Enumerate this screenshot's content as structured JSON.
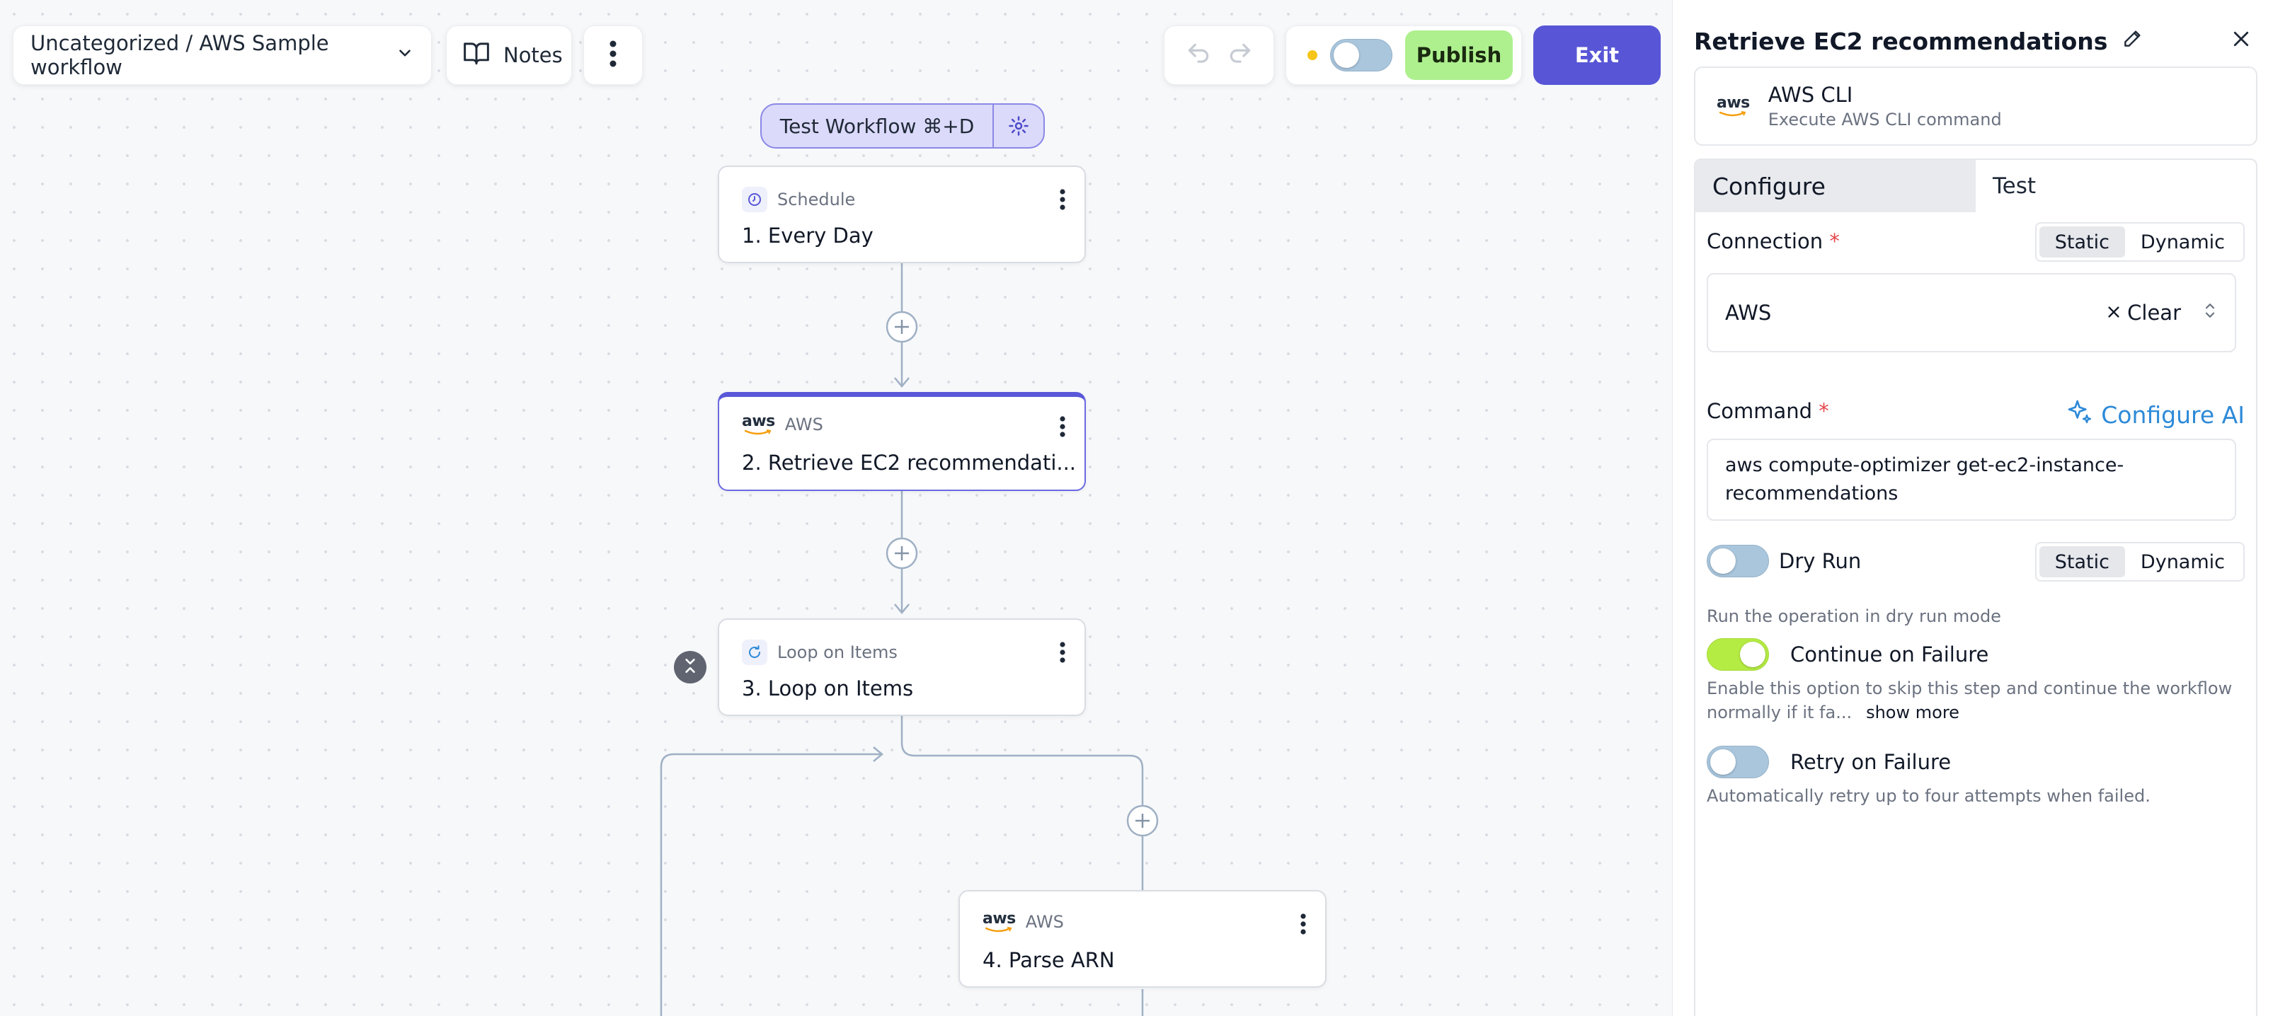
{
  "toolbar": {
    "breadcrumb": "Uncategorized / AWS Sample workflow",
    "notes_label": "Notes",
    "publish_label": "Publish",
    "exit_label": "Exit"
  },
  "test_workflow": {
    "label": "Test Workflow ⌘+D"
  },
  "nodes": [
    {
      "type": "Schedule",
      "title": "1. Every Day"
    },
    {
      "type": "AWS",
      "title": "2. Retrieve EC2 recommendati..."
    },
    {
      "type": "Loop on Items",
      "title": "3. Loop on Items"
    },
    {
      "type": "AWS",
      "title": "4. Parse ARN"
    }
  ],
  "panel": {
    "title": "Retrieve EC2 recommendations",
    "action": {
      "name": "AWS CLI",
      "description": "Execute AWS CLI command"
    },
    "tabs": [
      "Configure",
      "Test"
    ],
    "connection": {
      "label": "Connection",
      "required_mark": "*",
      "mode_static": "Static",
      "mode_dynamic": "Dynamic",
      "value": "AWS",
      "clear_label": "Clear"
    },
    "command": {
      "label": "Command",
      "required_mark": "*",
      "configure_ai_label": "Configure AI",
      "value_line1": "aws compute-optimizer get-ec2-instance-",
      "value_line2": "recommendations"
    },
    "dry_run": {
      "label": "Dry Run",
      "mode_static": "Static",
      "mode_dynamic": "Dynamic",
      "help": "Run the operation in dry run mode"
    },
    "continue_on_failure": {
      "label": "Continue on Failure",
      "help_line1": "Enable this option to skip this step and continue the workflow",
      "help_line2": "normally if it fa...",
      "show_more": "show more"
    },
    "retry_on_failure": {
      "label": "Retry on Failure",
      "help": "Automatically retry up to four attempts when failed."
    }
  },
  "colors": {
    "accent": "#5856d6",
    "publish": "#aef08e",
    "toggle_on": "#b5ec44",
    "link": "#2e8ad8",
    "required": "#e5484d"
  }
}
